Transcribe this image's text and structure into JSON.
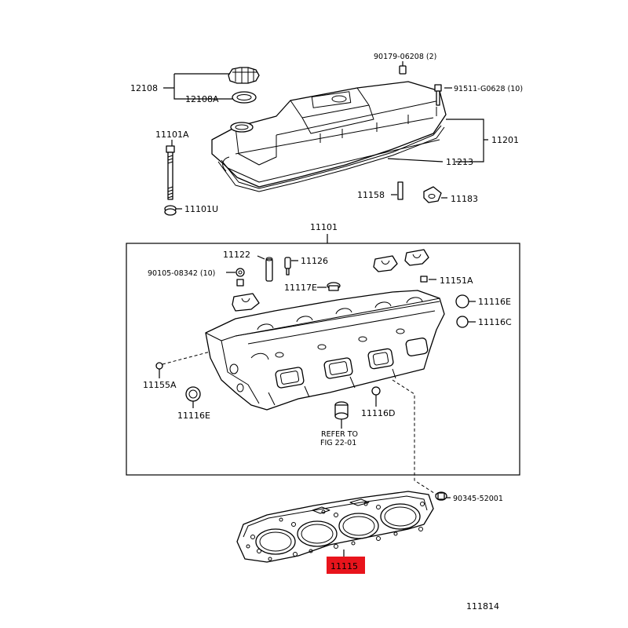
{
  "diagram": {
    "highlight_color": "#e8141c",
    "labels": {
      "p90179": "90179-06208 (2)",
      "p91511": "91511-G0628 (10)",
      "p12108": "12108",
      "p12108A": "12108A",
      "p11101A": "11101A",
      "p11201": "11201",
      "p11213": "11213",
      "p11158": "11158",
      "p11183": "11183",
      "p11101U": "11101U",
      "p11101": "11101",
      "p11122": "11122",
      "p11126": "11126",
      "p90105": "90105-08342 (10)",
      "p11117E": "11117E",
      "p11151A": "11151A",
      "p11116E_r": "11116E",
      "p11116C": "11116C",
      "p11155A": "11155A",
      "p11116E_l": "11116E",
      "p11116D": "11116D",
      "refer1": "REFER TO",
      "refer2": "FIG 22-01",
      "p90345": "90345-52001",
      "p11115": "11115",
      "figure_number": "111814"
    }
  }
}
